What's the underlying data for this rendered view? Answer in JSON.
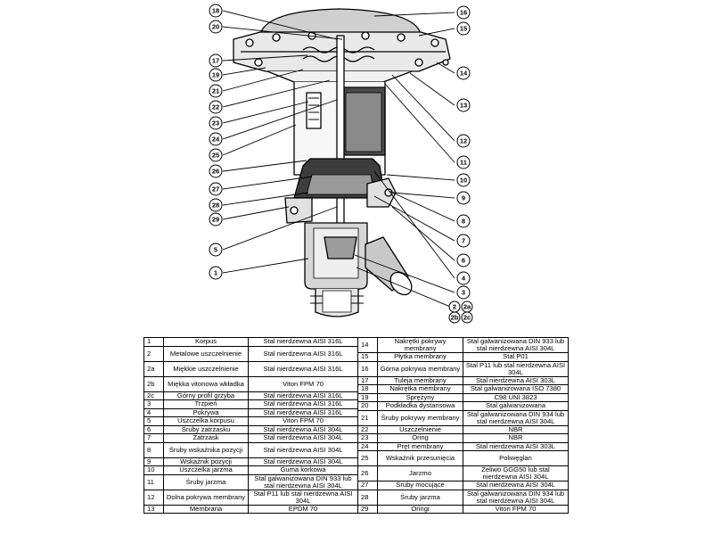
{
  "callouts_left": [
    "18",
    "20",
    "17",
    "19",
    "21",
    "22",
    "23",
    "24",
    "25",
    "26",
    "27",
    "28",
    "29",
    "5",
    "1"
  ],
  "callouts_right": [
    "16",
    "15",
    "14",
    "13",
    "12",
    "11",
    "10",
    "9",
    "8",
    "7",
    "6",
    "4",
    "3",
    "2",
    "2a",
    "2b",
    "2c"
  ],
  "parts_left": [
    {
      "no": "1",
      "name": "Korpus",
      "material": "Stal nierdzewna AISI 316L"
    },
    {
      "no": "2",
      "name": "Metalowe uszczelnienie",
      "material": "Stal nierdzewna AISI 316L"
    },
    {
      "no": "2a",
      "name": "Miękkie uszczelnienie",
      "material": "Stal nierdzewna AISI 316L"
    },
    {
      "no": "2b",
      "name": "Miękka vitonowa wkładka",
      "material": "Viton FPM 70"
    },
    {
      "no": "2c",
      "name": "Górny profil grzyba",
      "material": "Stal nierdzewna AISI 316L"
    },
    {
      "no": "3",
      "name": "Trzpień",
      "material": "Stal nierdzewna AISI 316L"
    },
    {
      "no": "4",
      "name": "Pokrywa",
      "material": "Stal nierdzewna AISI 316L"
    },
    {
      "no": "5",
      "name": "Uszczelka korpusu",
      "material": "Viton FPM 70"
    },
    {
      "no": "6",
      "name": "Śruby zatrzasku",
      "material": "Stal nierdzewna AISI 304L"
    },
    {
      "no": "7",
      "name": "Zatrzask",
      "material": "Stal nierdzewna AISI 304L"
    },
    {
      "no": "8",
      "name": "Śruby wskaźnika pozycji",
      "material": "Stal nierdzewna AISI 304L"
    },
    {
      "no": "9",
      "name": "Wskaźnik pozycji",
      "material": "Stal nierdzewna AISI 304L"
    },
    {
      "no": "10",
      "name": "Uszczelka jarzma",
      "material": "Guma korkowa"
    },
    {
      "no": "11",
      "name": "Śruby jarzma",
      "material": "Stal galwanizowana DIN 933 lub stal nierdzewna AISI 304L"
    },
    {
      "no": "12",
      "name": "Dolna pokrywa membrany",
      "material": "Stal P11 lub stal nierdzewna AISI 304L"
    },
    {
      "no": "13",
      "name": "Membrana",
      "material": "EPDM 70"
    }
  ],
  "parts_right": [
    {
      "no": "14",
      "name": "Nakrętki pokrywy membrany",
      "material": "Stal galwanizowana DIN 933 lub stal nierdzewna AISI 304L"
    },
    {
      "no": "15",
      "name": "Płytka membrany",
      "material": "Stal P01"
    },
    {
      "no": "16",
      "name": "Górna pokrywa membrany",
      "material": "Stal P11 lub stal nierdzewna AISI 304L"
    },
    {
      "no": "17",
      "name": "Tuleja membrany",
      "material": "Stal nierdzewna AISI 303L"
    },
    {
      "no": "18",
      "name": "Nakrętka membrany",
      "material": "Stal galwanizowana ISO 7380"
    },
    {
      "no": "19",
      "name": "Sprężyny",
      "material": "C98 UNI 3823"
    },
    {
      "no": "20",
      "name": "Podkładka dystansowa",
      "material": "Stal galwanizowana"
    },
    {
      "no": "21",
      "name": "Śruby pokrywy membrany",
      "material": "Stal galwanizowana DIN 934 lub stal nierdzewna AISI 304L"
    },
    {
      "no": "22",
      "name": "Uszczelnienie",
      "material": "NBR"
    },
    {
      "no": "23",
      "name": "Oring",
      "material": "NBR"
    },
    {
      "no": "24",
      "name": "Pręt membrany",
      "material": "Stal nierdzewna AISI 303L"
    },
    {
      "no": "25",
      "name": "Wskaźnik przesunięcia",
      "material": "Poliwęglan"
    },
    {
      "no": "26",
      "name": "Jarzmo",
      "material": "Żeliwo GGG50 lub stal nierdzewna AISI 304L"
    },
    {
      "no": "27",
      "name": "Śruby mocujące",
      "material": "Stal nierdzewna AISI 304L"
    },
    {
      "no": "28",
      "name": "Śruby jarzma",
      "material": "Stal galwanizowana DIN 934 lub stal nierdzewna AISI 304L"
    },
    {
      "no": "29",
      "name": "Oringi",
      "material": "Viton FPM 70"
    }
  ]
}
